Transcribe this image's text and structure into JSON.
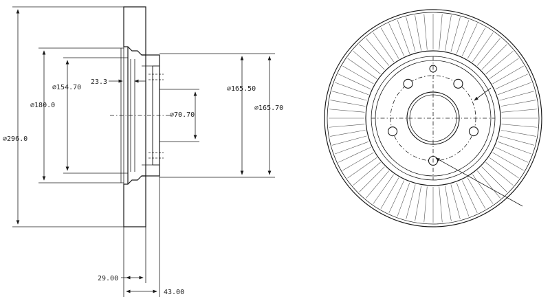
{
  "dimensions": {
    "d_outer": "296.0",
    "d_180": "180.0",
    "d_15470": "154.70",
    "offset_233": "23.3",
    "d_7070": "70.70",
    "d_16550": "165.50",
    "d_16570": "165.70",
    "w_29": "29.00",
    "w_43": "43.00"
  },
  "front_view": {
    "bolt_holes": 5,
    "vane_count": 72
  },
  "colors": {
    "line": "#1a1a1a",
    "background": "#ffffff"
  }
}
